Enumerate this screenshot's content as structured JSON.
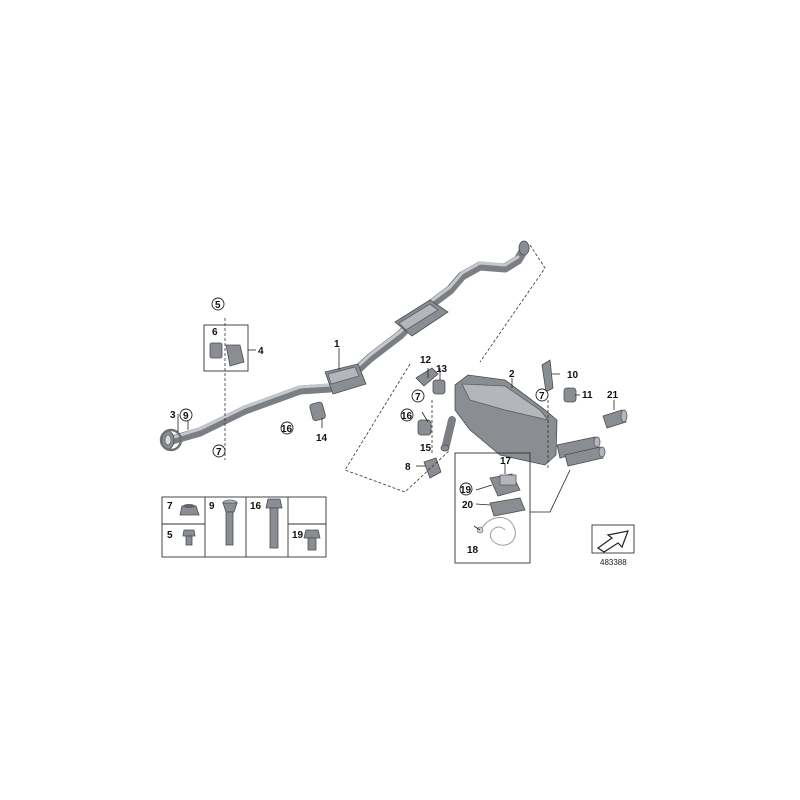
{
  "diagram_id": "483388",
  "callouts": {
    "c1": "1",
    "c2": "2",
    "c3": "3",
    "c4": "4",
    "c5": "5",
    "c6": "6",
    "c7": "7",
    "c8": "8",
    "c9": "9",
    "c10": "10",
    "c11": "11",
    "c12": "12",
    "c13": "13",
    "c14": "14",
    "c15": "15",
    "c16": "16",
    "c17": "17",
    "c18": "18",
    "c19": "19",
    "c20": "20",
    "c21": "21"
  },
  "hardware_table": {
    "cells": [
      "7",
      "9",
      "16",
      "5",
      "19"
    ]
  },
  "icons": {
    "direction": "arrow-icon"
  }
}
